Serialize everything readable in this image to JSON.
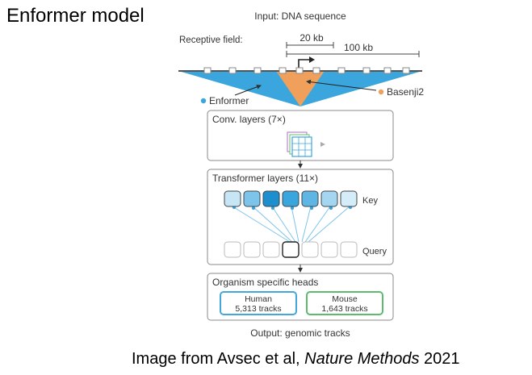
{
  "slide_title": "Enformer model",
  "input_label": "Input: DNA sequence",
  "receptive_field_label": "Receptive field:",
  "range_20kb": "20 kb",
  "range_100kb": "100 kb",
  "legend_enformer": "Enformer",
  "legend_basenji": "Basenji2",
  "conv": {
    "label": "Conv. layers (7×)"
  },
  "transformer": {
    "label": "Transformer layers (11×)",
    "key_label": "Key",
    "query_label": "Query"
  },
  "heads": {
    "label": "Organism specific heads",
    "human": {
      "name": "Human",
      "tracks": "5,313 tracks"
    },
    "mouse": {
      "name": "Mouse",
      "tracks": "1,643 tracks"
    }
  },
  "output_label": "Output: genomic tracks",
  "citation": {
    "prefix": "Image from Avsec et al, ",
    "journal": "Nature Methods",
    "year": " 2021"
  },
  "colors": {
    "enformer_blue": "#3aa6dd",
    "basenji_orange": "#f0a05a",
    "human_box": "#42a8dc",
    "mouse_box": "#5dbb6d",
    "box_border": "#888888"
  }
}
